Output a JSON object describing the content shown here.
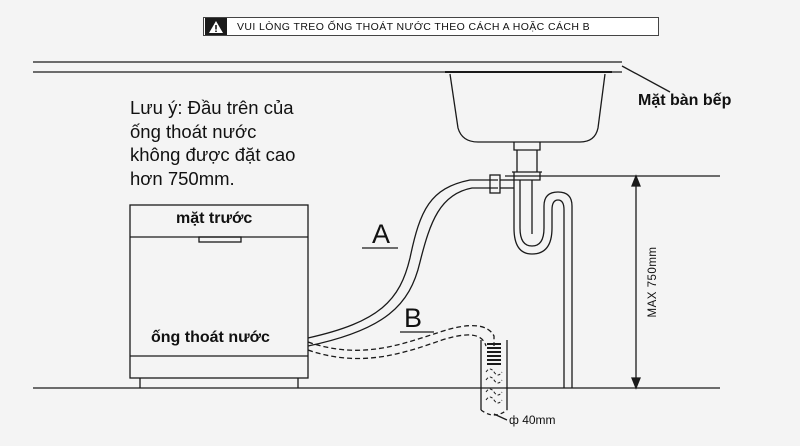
{
  "banner": {
    "text": "VUI LÒNG TREO ỐNG THOÁT NƯỚC THEO CÁCH A HOẶC CÁCH B",
    "icon": "warning-icon"
  },
  "note": {
    "lines": [
      "Lưu ý: Đầu trên của",
      "ống thoát nước",
      "không được đặt cao",
      "hơn 750mm."
    ]
  },
  "labels": {
    "countertop": "Mặt bàn bếp",
    "front": "mặt trước",
    "drain_hose": "ống thoát nước",
    "option_a": "A",
    "option_b": "B",
    "max_height": "MAX 750mm",
    "pipe_diameter": "ф 40mm"
  },
  "colors": {
    "line": "#1a1a1a",
    "background": "#f4f4f4"
  }
}
